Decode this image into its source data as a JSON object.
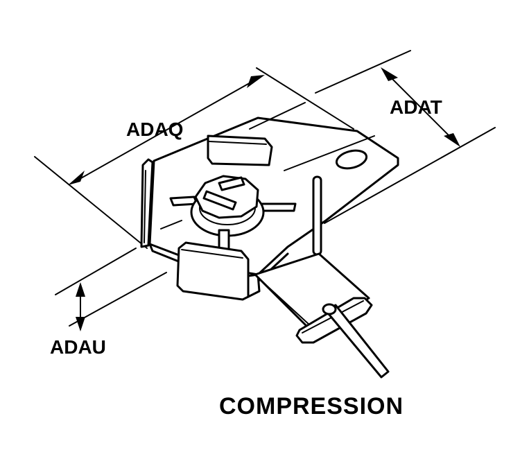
{
  "labels": {
    "dim_length": "ADAQ",
    "dim_width": "ADAT",
    "dim_height": "ADAU",
    "caption": "COMPRESSION"
  }
}
